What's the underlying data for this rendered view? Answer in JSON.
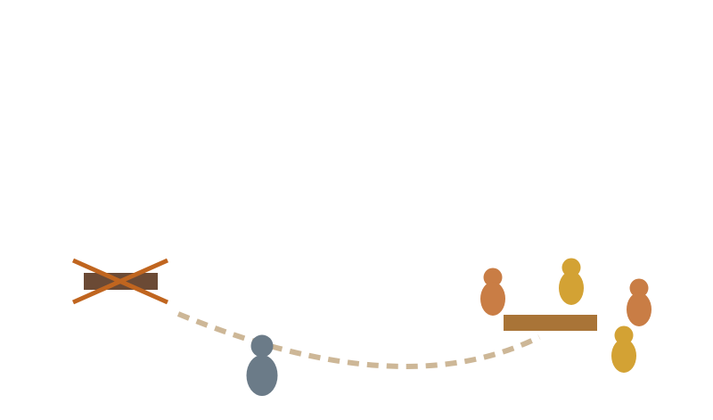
{
  "colors": {
    "background": "#ffffff",
    "crossed_table": "#6b4a35",
    "cross_mark": "#c0651f",
    "path": "#cdb797",
    "lone_figure": "#6b7b88",
    "new_table": "#a97437",
    "figure_orange": "#c97d45",
    "figure_gold": "#d3a234"
  },
  "icons": [
    "crossed-out-table-icon",
    "person-icon",
    "table-icon"
  ],
  "scene": {
    "old_table": {
      "crossed_out": true
    },
    "path_style": "dashed",
    "lone_figure_count": 1,
    "group_figure_count": 4
  }
}
